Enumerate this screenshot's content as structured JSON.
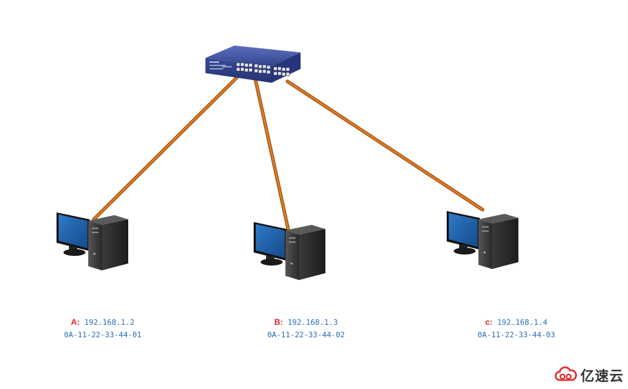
{
  "hosts": [
    {
      "name": "A:",
      "ip": "192.168.1.2",
      "mac": "0A-11-22-33-44-01"
    },
    {
      "name": "B:",
      "ip": "192.168.1.3",
      "mac": "0A-11-22-33-44-02"
    },
    {
      "name": "c:",
      "ip": "192.168.1.4",
      "mac": "0A-11-22-33-44-03"
    }
  ],
  "logo": {
    "text": "亿速云",
    "icon": "cloud-logo-icon",
    "color": "#e03030"
  },
  "colors": {
    "cable": "#e07a1e",
    "cable_shadow": "#8a4210",
    "switch": "#3d4f9a",
    "monitor_screen": "#1f5fa8",
    "tower": "#2e2e2e",
    "label_name": "#e02020",
    "label_value": "#2a6cb5"
  }
}
